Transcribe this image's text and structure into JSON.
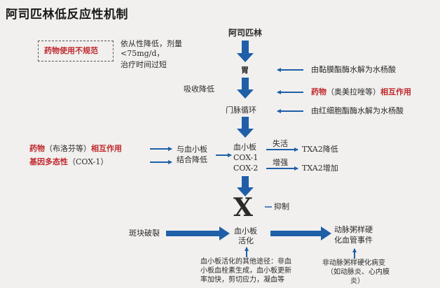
{
  "title": "阿司匹林低反应性机制",
  "nodes": {
    "aspirin": "阿司匹林",
    "stomach": "胃",
    "portal": "门脉循环",
    "platelet_line1": "血小板",
    "platelet_line2": "COX-1",
    "platelet_line3": "COX-2",
    "x_mark": "X",
    "activation_line1": "血小板",
    "activation_line2": "活化",
    "events_line1": "动脉粥样硬",
    "events_line2": "化血管事件"
  },
  "left": {
    "misuse_box": "药物使用不规范",
    "misuse_note1": "依从性降低，剂量",
    "misuse_note2": "<75mg/d，",
    "misuse_note3": "治疗时间过短",
    "absorption": "吸收降低",
    "drug_interaction_red": "药物",
    "drug_interaction_mid": "（布洛芬等）",
    "drug_interaction_red2": "相互作用",
    "gene_red": "基因多态性",
    "gene_mid": "（COX-1）",
    "bind_line1": "与血小板",
    "bind_line2": "结合降低",
    "plaque": "斑块破裂"
  },
  "right": {
    "mucosa": "由黏膜酯酶水解为水杨酸",
    "drug_red": "药物",
    "drug_mid": "（奥美拉唑等）",
    "drug_red2": "相互作用",
    "rbc": "由红细胞酯酶水解为水杨酸",
    "inactivate": "失活",
    "txa2_low": "TXA2降低",
    "enhance": "增强",
    "txa2_up": "TXA2增加",
    "inhibit": "抑制"
  },
  "bottom": {
    "other1": "血小板活化的其他途径：非血",
    "other2": "小板血栓素生成，血小板更新",
    "other3": "率加快，剪切应力，凝血等",
    "non_ath1": "非动脉粥样硬化病变",
    "non_ath2": "（如动脉炎、心内膜",
    "non_ath3": "炎）"
  },
  "colors": {
    "arrow_blue": "#1f5fa8",
    "accent_red": "#c0282d",
    "background": "#f1f0ee"
  }
}
